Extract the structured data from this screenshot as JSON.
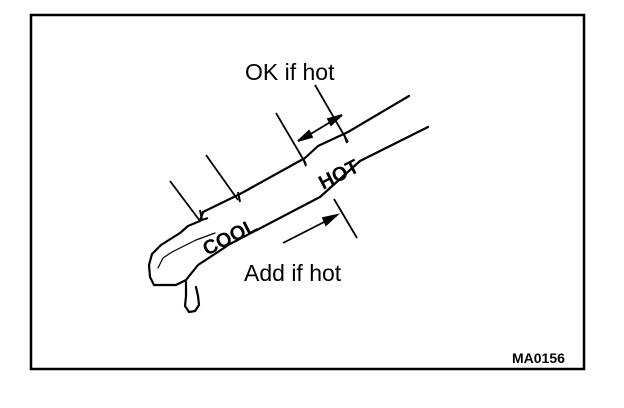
{
  "labels": {
    "ok_if_hot": "OK if hot",
    "add_if_hot": "Add if hot",
    "cool_mark": "COOL",
    "hot_mark": "HOT",
    "figure_code": "MA0156"
  },
  "colors": {
    "ink": "#000000",
    "paper": "#ffffff"
  }
}
